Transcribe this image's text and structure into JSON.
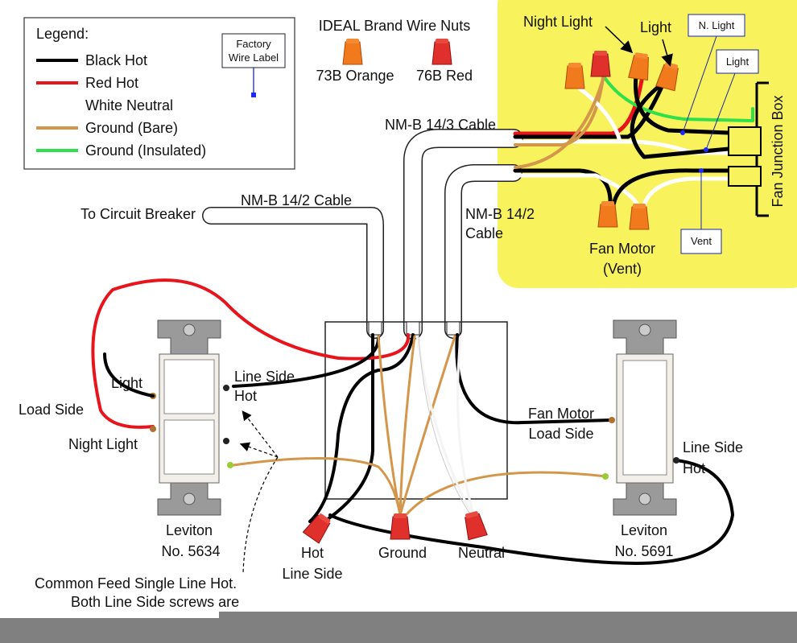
{
  "legend": {
    "title": "Legend:",
    "items": [
      {
        "label": "Black Hot",
        "color": "#000000"
      },
      {
        "label": "Red Hot",
        "color": "#e8141c"
      },
      {
        "label": "White Neutral",
        "color": "#ffffff"
      },
      {
        "label": "Ground (Bare)",
        "color": "#d4964a"
      },
      {
        "label": "Ground (Insulated)",
        "color": "#2ee04a"
      }
    ],
    "factory_label_line1": "Factory",
    "factory_label_line2": "Wire Label"
  },
  "wire_nuts": {
    "title": "IDEAL Brand Wire Nuts",
    "orange": "73B Orange",
    "red": "76B Red",
    "orange_color": "#f07a1c",
    "red_color": "#e0302c"
  },
  "cables": {
    "breaker_label": "To Circuit Breaker",
    "cable_14_2_a": "NM-B 14/2 Cable",
    "cable_14_3": "NM-B 14/3 Cable",
    "cable_14_2_b_line1": "NM-B 14/2",
    "cable_14_2_b_line2": "Cable"
  },
  "fan_panel": {
    "background": "#f8f25c",
    "night_light": "Night Light",
    "light": "Light",
    "tag_n_light": "N. Light",
    "tag_light": "Light",
    "tag_vent": "Vent",
    "junction_box": "Fan Junction Box",
    "fan_motor_line1": "Fan Motor",
    "fan_motor_line2": "(Vent)"
  },
  "left_switch": {
    "light": "Light",
    "load_side": "Load Side",
    "night_light": "Night Light",
    "line_side": "Line Side",
    "hot": "Hot",
    "brand": "Leviton",
    "model": "No. 5634"
  },
  "box_nuts": {
    "hot_line1": "Hot",
    "hot_line2": "Line Side",
    "ground": "Ground",
    "neutral": "Neutral"
  },
  "right_switch": {
    "fan_motor": "Fan Motor",
    "load_side": "Load Side",
    "line_side": "Line Side",
    "hot": "Hot",
    "brand": "Leviton",
    "model": "No. 5691"
  },
  "note": {
    "line1": "Common Feed Single Line Hot.",
    "line2": "Both Line Side screws are"
  }
}
